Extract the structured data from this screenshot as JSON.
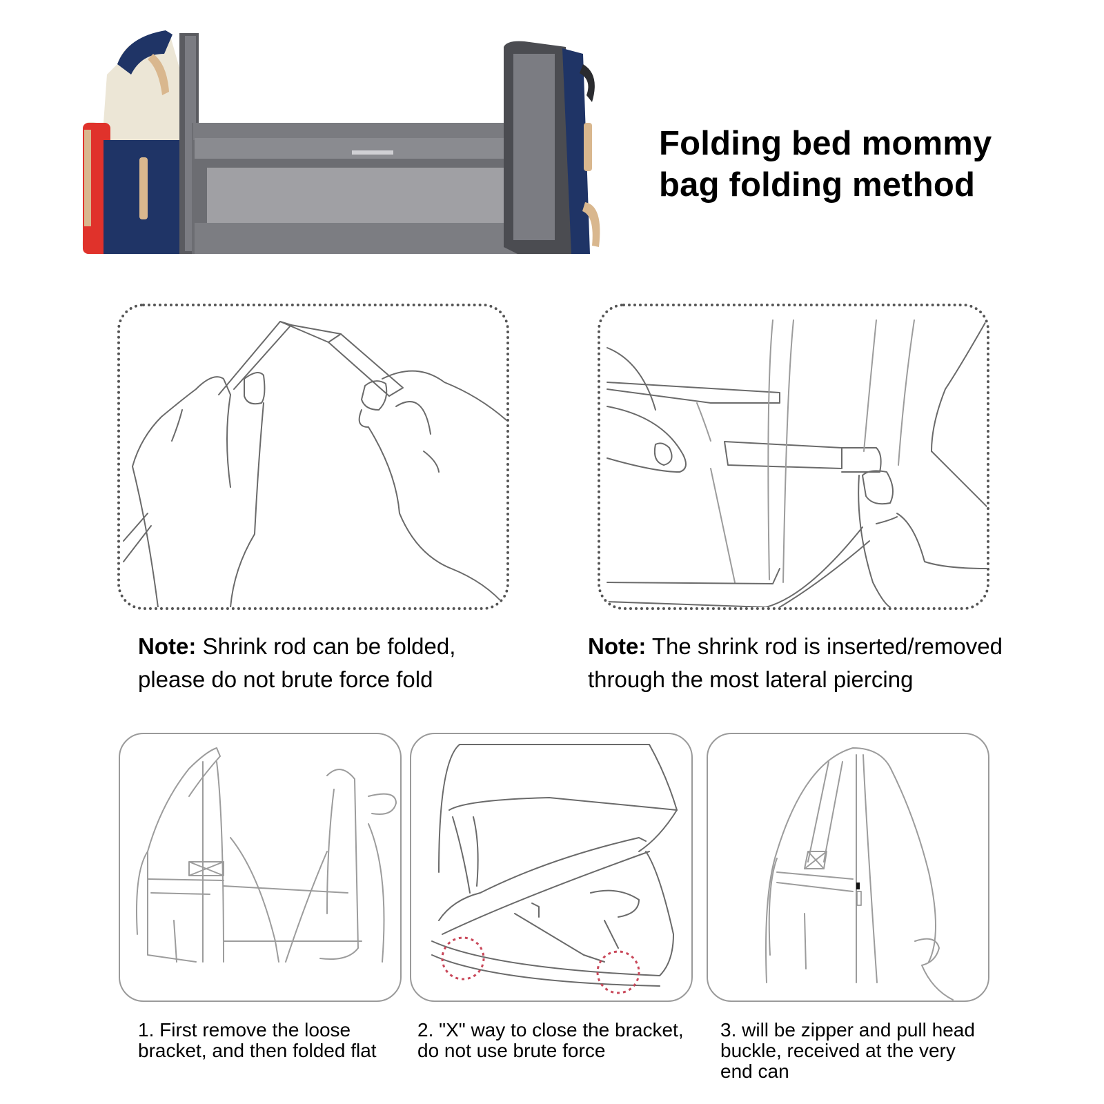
{
  "header": {
    "title_line1": "Folding bed mommy",
    "title_line2": "bag folding method"
  },
  "product_photo": {
    "description": "Diaper backpack unfolded into portable bassinet with mesh side panel",
    "colors": {
      "navy": "#1f3466",
      "red": "#e0322b",
      "cream": "#ece6d6",
      "tan_strap": "#d9b78e",
      "gray_fabric": "#6f6f73",
      "mesh": "#a9a9ad"
    }
  },
  "notes": [
    {
      "label": "Note:",
      "line1": " Shrink rod can be folded,",
      "line2": "please do not brute force fold",
      "illustration": "hands-folding-rod"
    },
    {
      "label": "Note:",
      "line1": " The shrink rod is inserted/removed",
      "line2": "through the most lateral piercing",
      "illustration": "rod-insertion"
    }
  ],
  "steps": [
    {
      "line1": "1. First remove the loose",
      "line2": "bracket, and then folded flat",
      "line3": "",
      "illustration": "bag-unfolding"
    },
    {
      "line1": "2. \"X\" way to close the bracket,",
      "line2": "do not use brute force",
      "line3": "",
      "illustration": "bracket-closing"
    },
    {
      "line1": "3. will be zipper and pull head",
      "line2": "buckle, received at the very",
      "line3": "end can",
      "illustration": "bag-zipped-closed"
    }
  ],
  "accent_colors": {
    "highlight_circle": "#c9485a",
    "dotted_border": "#555555",
    "panel_border": "#9a9a9a"
  }
}
